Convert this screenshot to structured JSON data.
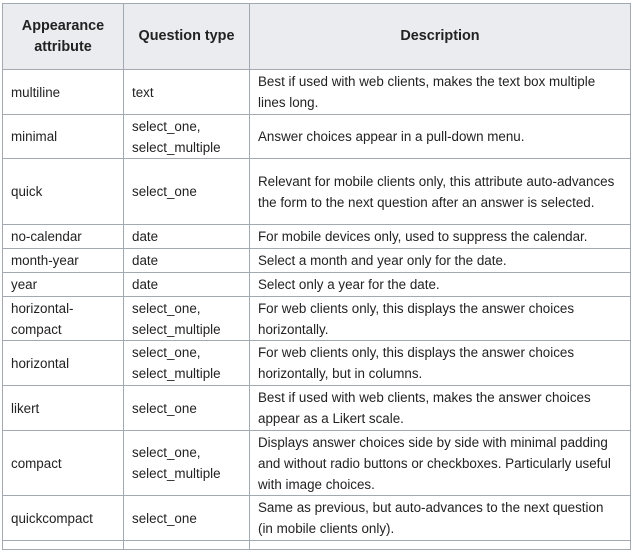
{
  "table": {
    "headers": [
      "Appearance attribute",
      "Question type",
      "Description"
    ],
    "rows": [
      {
        "attribute": "multiline",
        "type": "text",
        "description": "Best if used with web clients, makes the text box multiple lines long."
      },
      {
        "attribute": "minimal",
        "type": "select_one, select_multiple",
        "description": "Answer choices appear in a pull-down menu."
      },
      {
        "attribute": "quick",
        "type": "select_one",
        "description": "Relevant for mobile clients only, this attribute auto-advances the form to the next question after an answer is selected."
      },
      {
        "attribute": "no-calendar",
        "type": "date",
        "description": "For mobile devices only, used to suppress the calendar."
      },
      {
        "attribute": "month-year",
        "type": "date",
        "description": "Select a month and year only for the date."
      },
      {
        "attribute": "year",
        "type": "date",
        "description": "Select only a year for the date."
      },
      {
        "attribute": "horizontal-compact",
        "type": "select_one, select_multiple",
        "description": "For web clients only, this displays the answer choices horizontally."
      },
      {
        "attribute": "horizontal",
        "type": "select_one, select_multiple",
        "description": "For web clients only, this displays the answer choices horizontally, but in columns."
      },
      {
        "attribute": "likert",
        "type": "select_one",
        "description": "Best if used with web clients, makes the answer choices appear as a Likert scale."
      },
      {
        "attribute": "compact",
        "type": "select_one, select_multiple",
        "description": "Displays answer choices side by side with minimal padding and without radio buttons or checkboxes. Particularly useful with image choices."
      },
      {
        "attribute": "quickcompact",
        "type": "select_one",
        "description": "Same as previous, but auto-advances to the next question (in mobile clients only)."
      }
    ]
  }
}
